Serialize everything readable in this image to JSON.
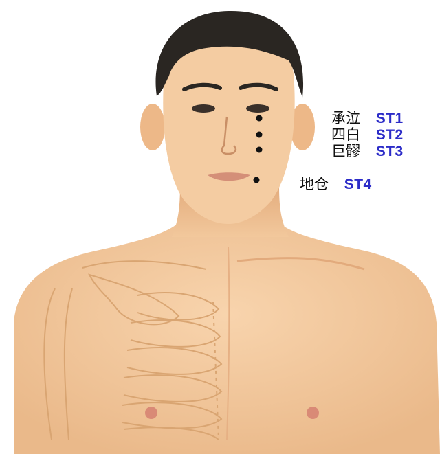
{
  "points": [
    {
      "name": "承泣",
      "code": "ST1"
    },
    {
      "name": "四白",
      "code": "ST2"
    },
    {
      "name": "巨髎",
      "code": "ST3"
    },
    {
      "name": "地仓",
      "code": "ST4"
    }
  ],
  "colors": {
    "skin": "#f3cba0",
    "skin_shadow": "#e7b385",
    "hair": "#2a2622",
    "bone_outline": "#d9a572",
    "code_text": "#2c2cc8",
    "name_text": "#111111",
    "point_dot": "#111111",
    "nipple": "#d98a76"
  }
}
